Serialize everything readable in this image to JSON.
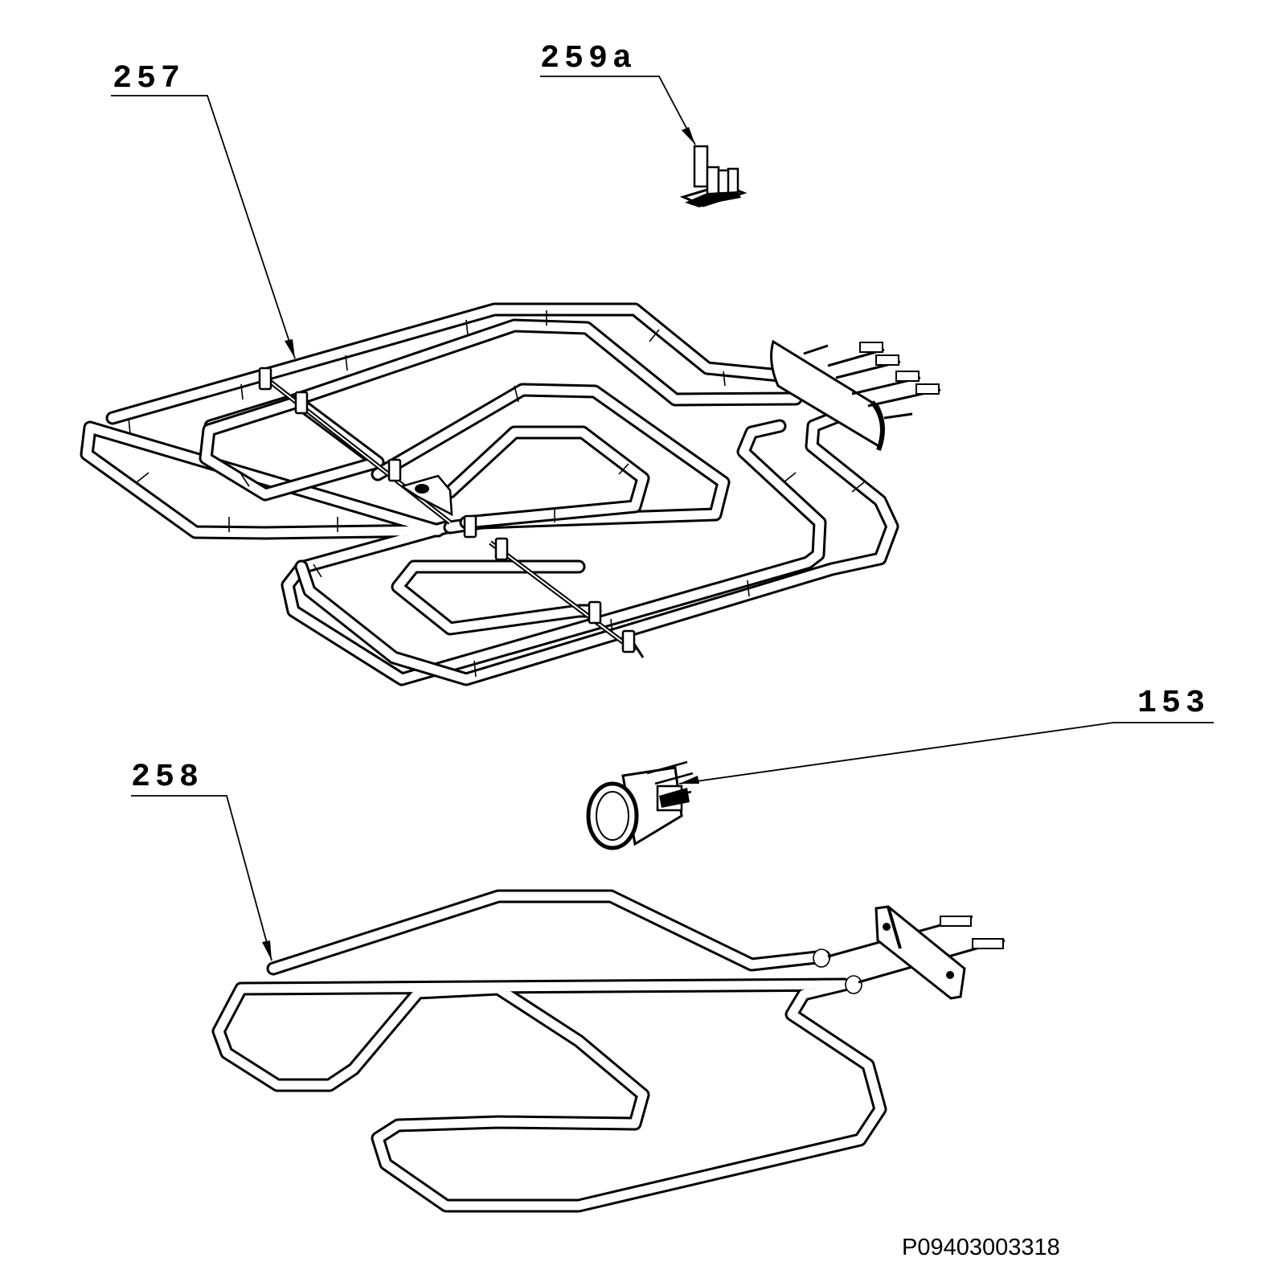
{
  "callouts": {
    "part_257": "257",
    "part_259a": "259a",
    "part_153": "153",
    "part_258": "258"
  },
  "drawing_code": "P09403003318"
}
